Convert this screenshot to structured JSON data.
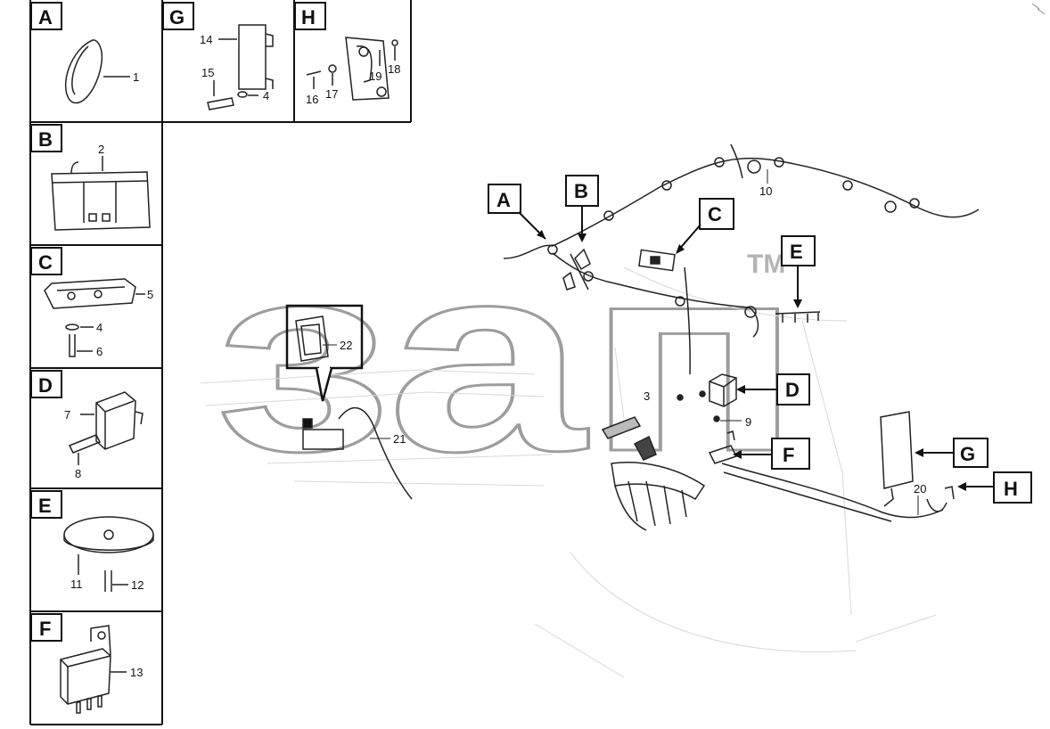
{
  "watermark": {
    "text": "зап",
    "tm": "TM"
  },
  "legend": [
    {
      "letter": "A",
      "parts": [
        "1"
      ]
    },
    {
      "letter": "G",
      "parts": [
        "14",
        "15",
        "4"
      ]
    },
    {
      "letter": "H",
      "parts": [
        "16",
        "17",
        "19",
        "18"
      ]
    },
    {
      "letter": "B",
      "parts": [
        "2"
      ]
    },
    {
      "letter": "C",
      "parts": [
        "5",
        "4",
        "6"
      ]
    },
    {
      "letter": "D",
      "parts": [
        "7",
        "8"
      ]
    },
    {
      "letter": "E",
      "parts": [
        "11",
        "12"
      ]
    },
    {
      "letter": "F",
      "parts": [
        "13"
      ]
    }
  ],
  "callouts": [
    "A",
    "B",
    "C",
    "E",
    "D",
    "F",
    "G",
    "H"
  ],
  "main_numbers": [
    "10",
    "22",
    "21",
    "3",
    "9",
    "20"
  ]
}
